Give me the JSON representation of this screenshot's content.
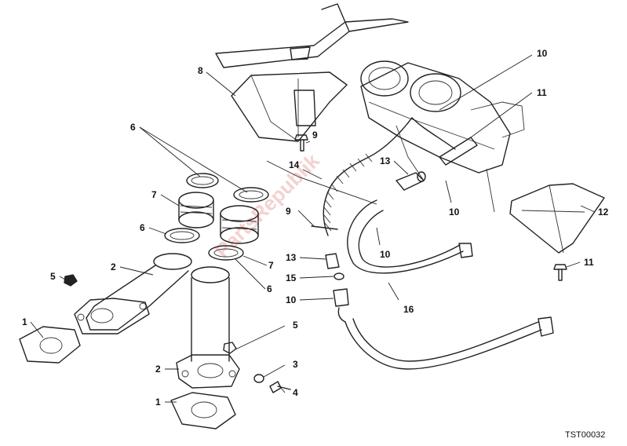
{
  "diagram": {
    "drawing_code": "TST00032",
    "watermark": "PartsRepublik",
    "callouts": [
      {
        "id": "c1a",
        "label": "1"
      },
      {
        "id": "c1b",
        "label": "1"
      },
      {
        "id": "c2a",
        "label": "2"
      },
      {
        "id": "c2b",
        "label": "2"
      },
      {
        "id": "c3",
        "label": "3"
      },
      {
        "id": "c4",
        "label": "4"
      },
      {
        "id": "c5a",
        "label": "5"
      },
      {
        "id": "c5b",
        "label": "5"
      },
      {
        "id": "c6a",
        "label": "6"
      },
      {
        "id": "c6b",
        "label": "6"
      },
      {
        "id": "c6c",
        "label": "6"
      },
      {
        "id": "c7a",
        "label": "7"
      },
      {
        "id": "c7b",
        "label": "7"
      },
      {
        "id": "c8",
        "label": "8"
      },
      {
        "id": "c9a",
        "label": "9"
      },
      {
        "id": "c9b",
        "label": "9"
      },
      {
        "id": "c10a",
        "label": "10"
      },
      {
        "id": "c10b",
        "label": "10"
      },
      {
        "id": "c10c",
        "label": "10"
      },
      {
        "id": "c10d",
        "label": "10"
      },
      {
        "id": "c11a",
        "label": "11"
      },
      {
        "id": "c11b",
        "label": "11"
      },
      {
        "id": "c12",
        "label": "12"
      },
      {
        "id": "c13a",
        "label": "13"
      },
      {
        "id": "c13b",
        "label": "13"
      },
      {
        "id": "c14",
        "label": "14"
      },
      {
        "id": "c15",
        "label": "15"
      },
      {
        "id": "c16",
        "label": "16"
      }
    ]
  }
}
